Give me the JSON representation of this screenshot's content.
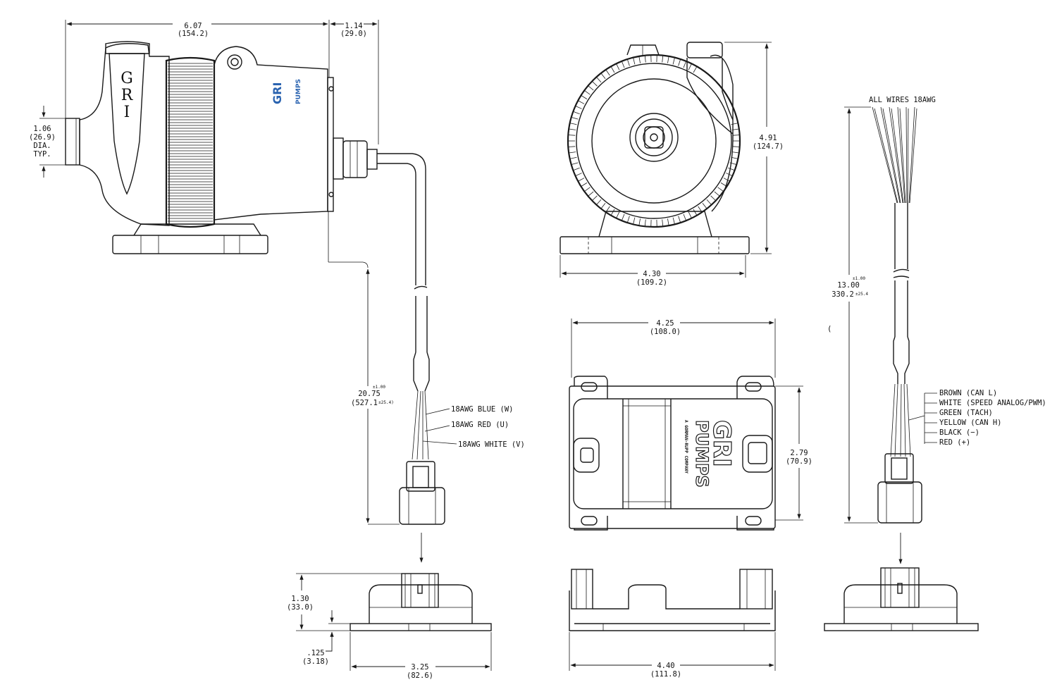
{
  "side_view": {
    "overall_length": "6.07",
    "overall_length_mm": "(154.2)",
    "cable_offset": "1.14",
    "cable_offset_mm": "(29.0)",
    "inlet_dia": "1.06",
    "inlet_dia_mm": "(26.9)",
    "inlet_dia_note": "DIA.",
    "inlet_dia_typ": "TYP.",
    "body_lettering": [
      "G",
      "R",
      "I"
    ],
    "cable_length": "20.75",
    "cable_length_tol": "±1.00",
    "cable_length_mm": "(527.1",
    "cable_length_mm_tol": "±25.4)",
    "wire_labels": [
      "18AWG BLUE (W)",
      "18AWG RED (U)",
      "18AWG WHITE (V)"
    ]
  },
  "front_view": {
    "height": "4.91",
    "height_mm": "(124.7)",
    "base_width": "4.30",
    "base_width_mm": "(109.2)"
  },
  "bottom_view": {
    "width": "4.25",
    "width_mm": "(108.0)",
    "depth": "2.79",
    "depth_mm": "(70.9)",
    "logo_text": "GRI",
    "logo_sub": "PUMPS",
    "logo_tagline": "A GORMAN-RUPP COMPANY"
  },
  "connector_left": {
    "height": "1.30",
    "height_mm": "(33.0)",
    "flange": ".125",
    "flange_mm": "(3.18)",
    "width": "3.25",
    "width_mm": "(82.6)"
  },
  "base_end_view": {
    "width": "4.40",
    "width_mm": "(111.8)"
  },
  "signal_cable": {
    "header": "ALL WIRES 18AWG",
    "length": "13.00",
    "length_tol": "±1.00",
    "length_mm": "330.2",
    "length_mm_tol": "±25.4",
    "stray_mark": "(",
    "wires": [
      "BROWN (CAN L)",
      "WHITE (SPEED ANALOG/PWM)",
      "GREEN (TACH)",
      "YELLOW (CAN H)",
      "BLACK (−)",
      "RED (+)"
    ]
  },
  "colors": {
    "line": "#1a1a1a",
    "brand_blue": "#2a63b0"
  }
}
